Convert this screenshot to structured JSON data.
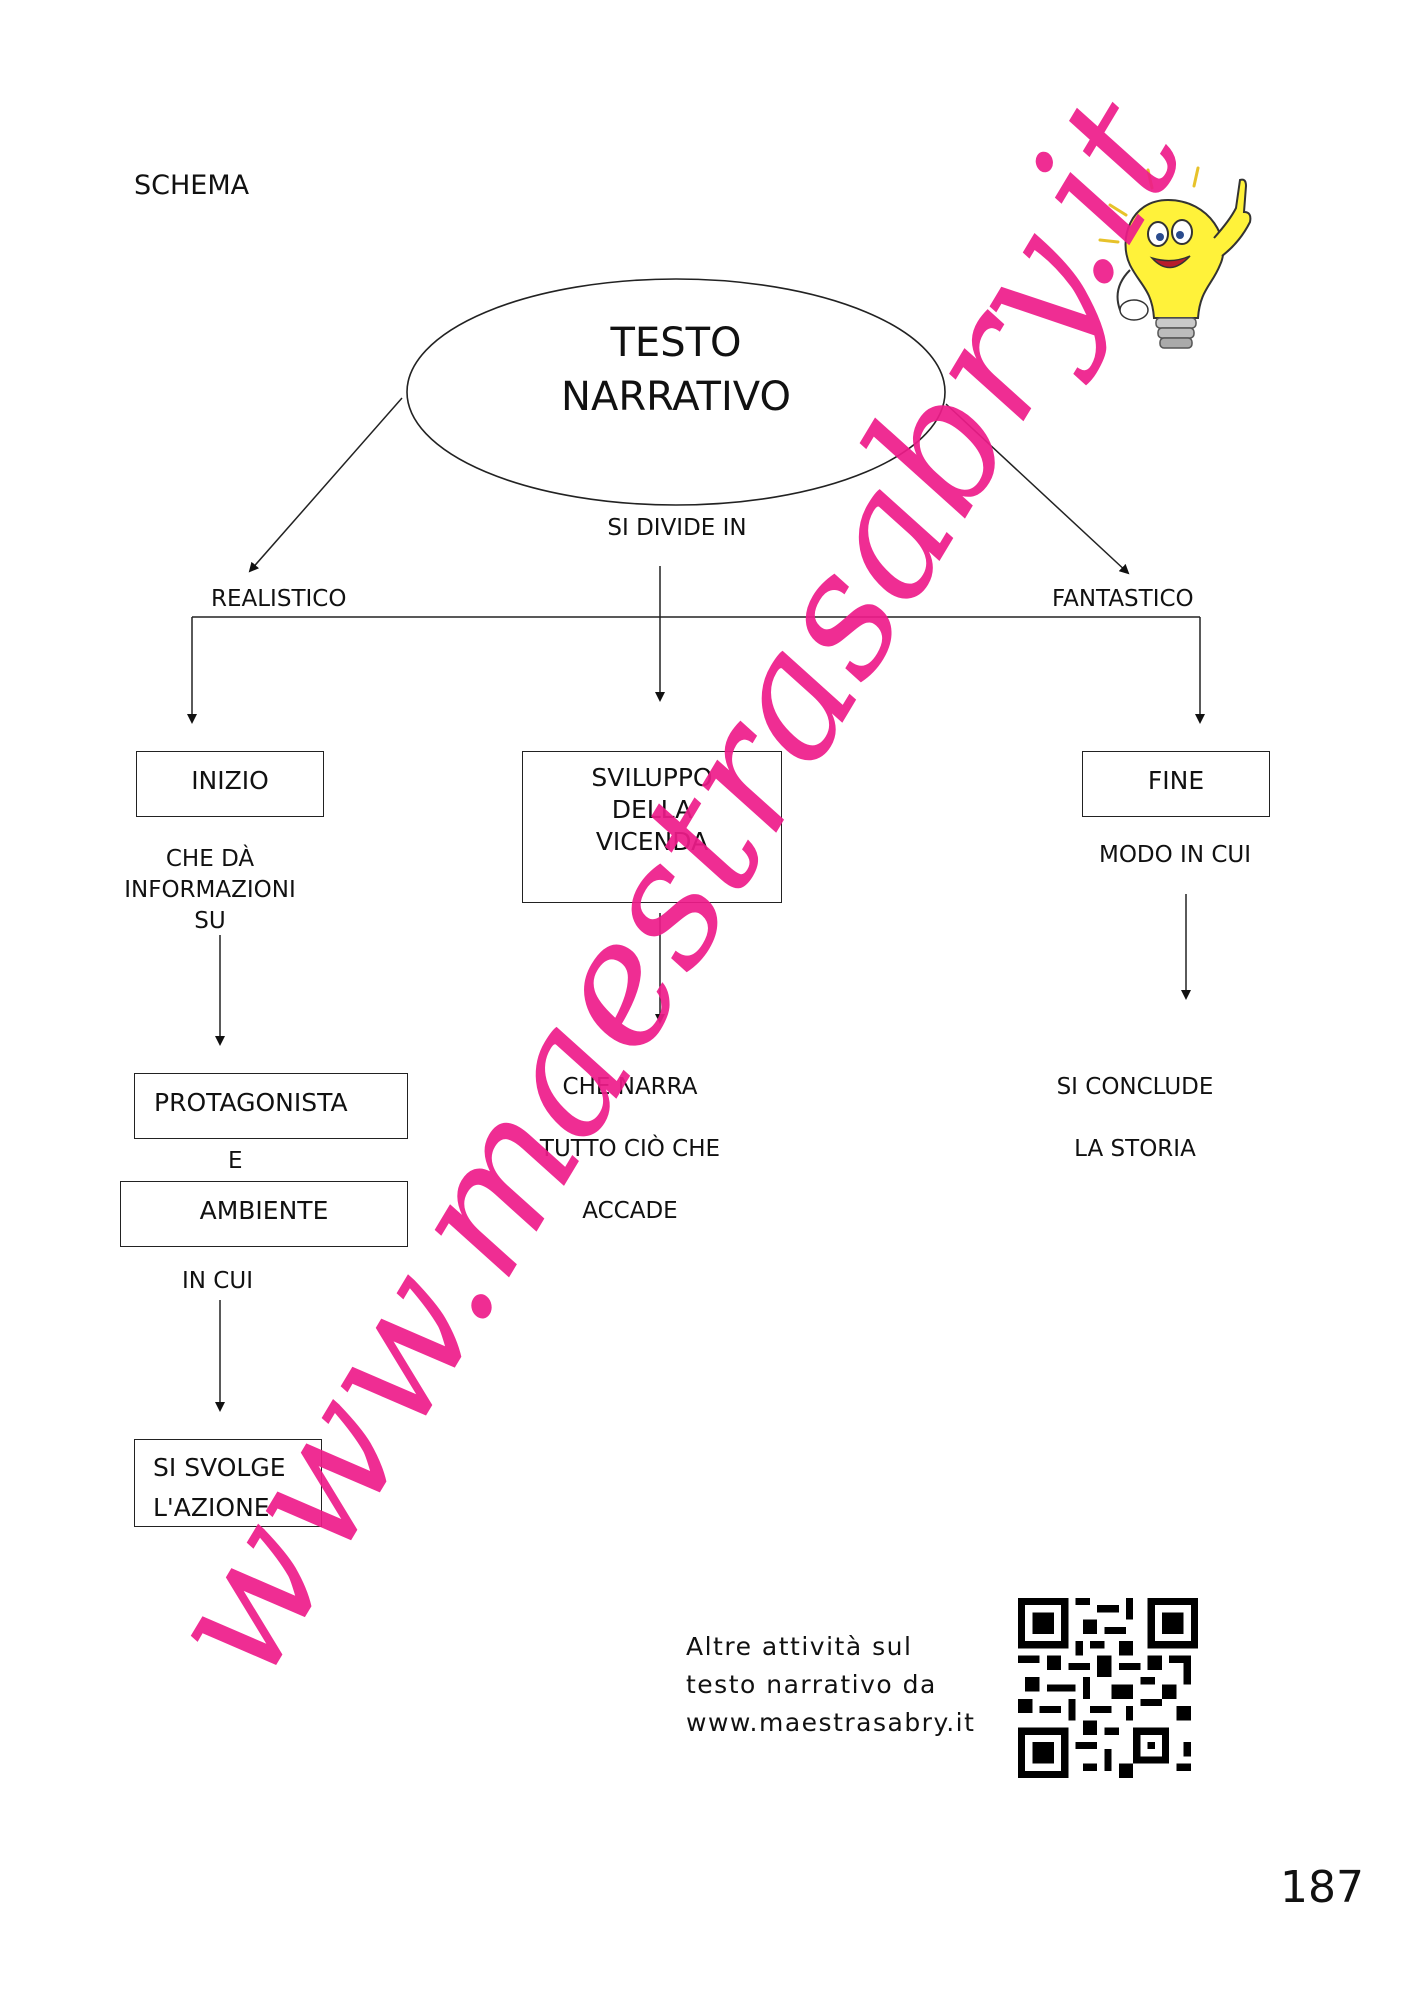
{
  "page": {
    "heading": "SCHEMA",
    "page_number": "187"
  },
  "diagram": {
    "root": {
      "line1": "TESTO",
      "line2": "NARRATIVO"
    },
    "labels": {
      "si_divide_in": "SI DIVIDE IN",
      "realistico": "REALISTICO",
      "fantastico": "FANTASTICO"
    },
    "columns": {
      "inizio": {
        "box": "INIZIO",
        "desc_lines": [
          "CHE DÀ",
          "INFORMAZIONI",
          "SU"
        ],
        "protagonista": "PROTAGONISTA",
        "e": "E",
        "ambiente": "AMBIENTE",
        "in_cui": "IN CUI",
        "final_lines": [
          "SI SVOLGE",
          "L'AZIONE"
        ]
      },
      "sviluppo": {
        "box_lines": [
          "SVILUPPO",
          "DELLA",
          "VICENDA"
        ],
        "desc_lines": [
          "CHE NARRA",
          "TUTTO CIÒ CHE",
          "ACCADE"
        ]
      },
      "fine": {
        "box": "FINE",
        "desc": "MODO IN CUI",
        "final_lines": [
          "SI CONCLUDE",
          "LA STORIA"
        ]
      }
    }
  },
  "footer": {
    "lines": [
      "Altre attività sul",
      "testo narrativo da",
      "www.maestrasabry.it"
    ]
  },
  "watermark": "www.maestrasabry.it",
  "colors": {
    "watermark": "#ee1c8a",
    "bulb": "#fff23a",
    "line": "#222222"
  }
}
